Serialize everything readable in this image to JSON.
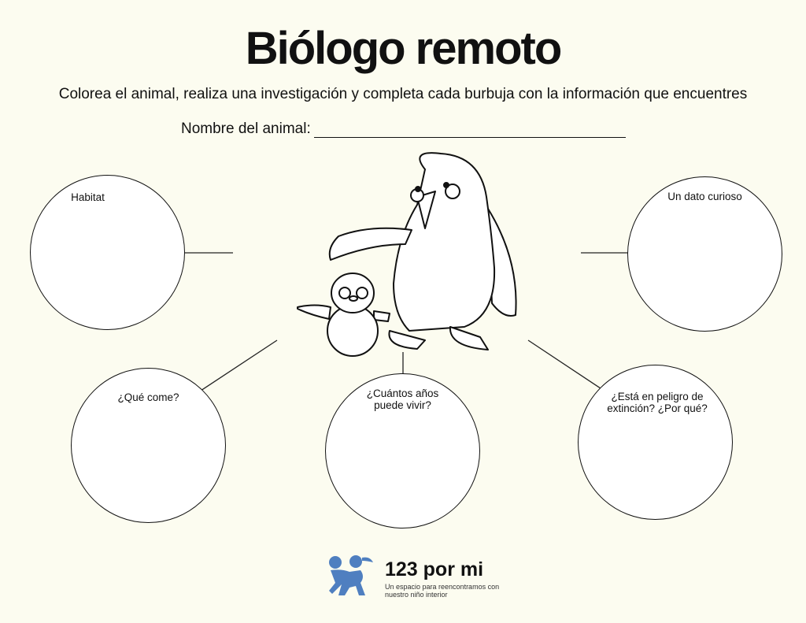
{
  "title": "Biólogo remoto",
  "subtitle": "Colorea el animal, realiza una investigación y completa cada burbuja con la información que encuentres",
  "name_label": "Nombre del animal:",
  "bubbles": {
    "habitat": "Habitat",
    "curious_fact": "Un dato curioso",
    "diet": "¿Qué come?",
    "lifespan": "¿Cuántos años puede vivir?",
    "endangered": "¿Está en peligro de extinción? ¿Por qué?"
  },
  "logo": {
    "name": "123 por mi",
    "tagline": "Un espacio para reencontramos con nuestro niño interior",
    "color": "#4f7fc0"
  }
}
